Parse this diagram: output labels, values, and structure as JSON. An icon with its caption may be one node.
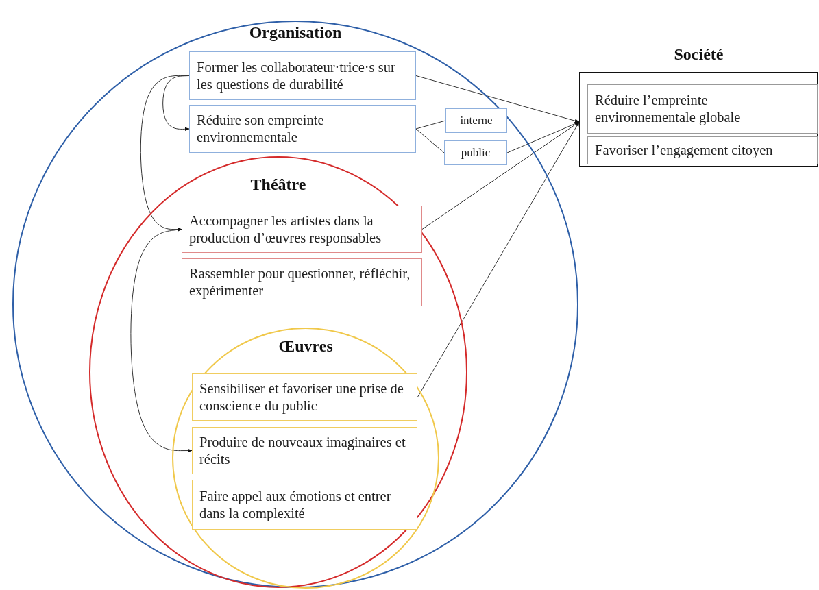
{
  "diagram": {
    "nodes": [
      {
        "text": [
          "Organisation"
        ]
      },
      {
        "text": [
          "Former les collaborateur·trice·s sur les questions de durabilité"
        ],
        "in": 0
      },
      {
        "text": [
          "Réduire son empreinte environnementale"
        ],
        "in": 0
      },
      {
        "text": [
          "interne"
        ],
        "in": 0
      },
      {
        "text": [
          "public"
        ],
        "in": 0
      },
      {
        "text": [
          "Théâtre"
        ],
        "in": 0
      },
      {
        "text": [
          "Accompagner les artistes dans la production d’œuvres responsables"
        ],
        "in": 5
      },
      {
        "text": [
          "Rassembler pour questionner, réfléchir, expérimenter"
        ],
        "in": 5
      },
      {
        "text": [
          "Œuvres"
        ],
        "in": 5
      },
      {
        "text": [
          "Sensibiliser et favoriser une prise de conscience du public"
        ],
        "in": 8
      },
      {
        "text": [
          "Produire de nouveaux imaginaires et récits"
        ],
        "in": 8
      },
      {
        "text": [
          "Faire appel aux émotions et entrer dans la complexité"
        ],
        "in": 8
      },
      {
        "text": [
          "Société"
        ]
      },
      {
        "text": [
          "Réduire l’empreinte environnementale globale"
        ],
        "in": 12
      },
      {
        "text": [
          "Favoriser l’engagement citoyen"
        ],
        "in": 12
      }
    ],
    "edges": [
      {
        "from": 1,
        "to": 2,
        "arrow": "to"
      },
      {
        "from": 1,
        "to": 6,
        "arrow": "to"
      },
      {
        "from": 6,
        "to": 10,
        "arrow": "both"
      },
      {
        "from": 2,
        "to": 3,
        "arrow": "none"
      },
      {
        "from": 2,
        "to": 4,
        "arrow": "none"
      },
      {
        "from": 1,
        "to": 12,
        "arrow": "to"
      },
      {
        "from": 4,
        "to": 12,
        "arrow": "to"
      },
      {
        "from": 6,
        "to": 12,
        "arrow": "to"
      },
      {
        "from": 9,
        "to": 12,
        "arrow": "to"
      }
    ]
  }
}
